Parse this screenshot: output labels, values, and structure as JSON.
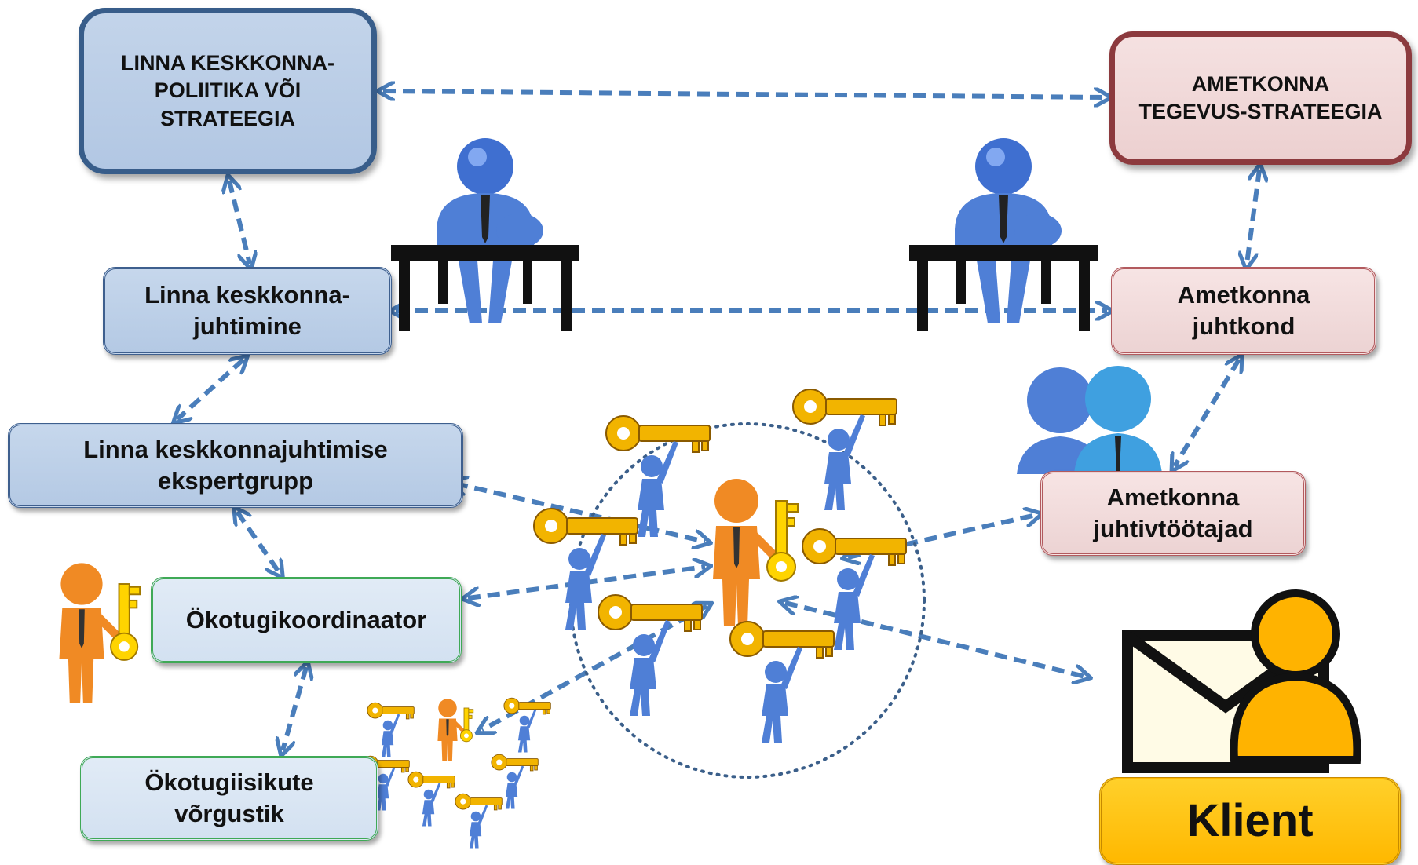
{
  "boxes": {
    "policy": {
      "line1": "LINNA KESKKONNA-",
      "line2": "POLIITIKA VÕI",
      "line3": "STRATEEGIA"
    },
    "strategy": {
      "line1": "AMETKONNA",
      "line2": "TEGEVUS-STRATEEGIA"
    },
    "city_management": {
      "line1": "Linna keskkonna-",
      "line2": "juhtimine"
    },
    "expert_group": {
      "line1": "Linna keskkonnajuhtimise",
      "line2": "ekspertgrupp"
    },
    "coordinator": {
      "line1": "Ökotugikoordinaator"
    },
    "network": {
      "line1": "Ökotugiisikute",
      "line2": "võrgustik"
    },
    "board": {
      "line1": "Ametkonna",
      "line2": "juhtkond"
    },
    "leaders": {
      "line1": "Ametkonna",
      "line2": "juhtivtöötajad"
    },
    "client": {
      "line1": "Klient"
    }
  },
  "colors": {
    "arrow": "#4a7ebb",
    "person_blue": "#4f7fd6",
    "person_orange": "#f08a24",
    "key_gold": "#f2b400",
    "desk": "#111111",
    "circle": "#3b5f8a"
  },
  "icons": [
    "desk-person-icon",
    "key-carrier-icon",
    "key-holder-icon",
    "two-persons-icon",
    "envelope-person-icon"
  ]
}
